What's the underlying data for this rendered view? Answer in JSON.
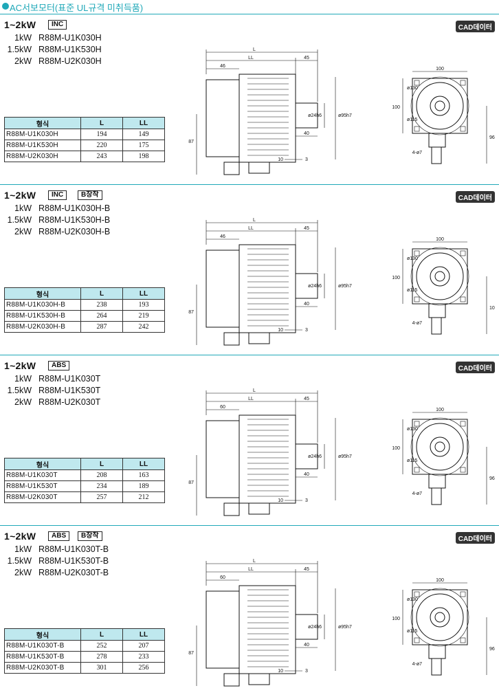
{
  "header": {
    "title": "AC서보모터(표준 UL규격 미취득품)"
  },
  "cad_label": "CAD데이터",
  "table_headers": [
    "형식",
    "L",
    "LL"
  ],
  "dims": {
    "l": "L",
    "ll": "LL",
    "d46": "46",
    "d60": "60",
    "d45": "45",
    "d40": "40",
    "d10": "10",
    "d3": "3",
    "d87": "87",
    "shaft": "ø24h6",
    "pilot": "ø95h7",
    "d100": "100",
    "d96": "96",
    "d130": "ø130",
    "d115": "ø115",
    "holes": "4-ø7"
  },
  "sections": [
    {
      "heading": "1~2kW",
      "badges": [
        "INC"
      ],
      "models": [
        {
          "power": "1kW",
          "name": "R88M-U1K030H"
        },
        {
          "power": "1.5kW",
          "name": "R88M-U1K530H"
        },
        {
          "power": "2kW",
          "name": "R88M-U2K030H"
        }
      ],
      "rows": [
        {
          "model": "R88M-U1K030H",
          "L": "194",
          "LL": "149"
        },
        {
          "model": "R88M-U1K530H",
          "L": "220",
          "LL": "175"
        },
        {
          "model": "R88M-U2K030H",
          "L": "243",
          "LL": "198"
        }
      ]
    },
    {
      "heading": "1~2kW",
      "badges": [
        "INC",
        "B장착"
      ],
      "models": [
        {
          "power": "1kW",
          "name": "R88M-U1K030H-B"
        },
        {
          "power": "1.5kW",
          "name": "R88M-U1K530H-B"
        },
        {
          "power": "2kW",
          "name": "R88M-U2K030H-B"
        }
      ],
      "rows": [
        {
          "model": "R88M-U1K030H-B",
          "L": "238",
          "LL": "193"
        },
        {
          "model": "R88M-U1K530H-B",
          "L": "264",
          "LL": "219"
        },
        {
          "model": "R88M-U2K030H-B",
          "L": "287",
          "LL": "242"
        }
      ]
    },
    {
      "heading": "1~2kW",
      "badges": [
        "ABS"
      ],
      "models": [
        {
          "power": "1kW",
          "name": "R88M-U1K030T"
        },
        {
          "power": "1.5kW",
          "name": "R88M-U1K530T"
        },
        {
          "power": "2kW",
          "name": "R88M-U2K030T"
        }
      ],
      "rows": [
        {
          "model": "R88M-U1K030T",
          "L": "208",
          "LL": "163"
        },
        {
          "model": "R88M-U1K530T",
          "L": "234",
          "LL": "189"
        },
        {
          "model": "R88M-U2K030T",
          "L": "257",
          "LL": "212"
        }
      ]
    },
    {
      "heading": "1~2kW",
      "badges": [
        "ABS",
        "B장착"
      ],
      "models": [
        {
          "power": "1kW",
          "name": "R88M-U1K030T-B"
        },
        {
          "power": "1.5kW",
          "name": "R88M-U1K530T-B"
        },
        {
          "power": "2kW",
          "name": "R88M-U2K030T-B"
        }
      ],
      "rows": [
        {
          "model": "R88M-U1K030T-B",
          "L": "252",
          "LL": "207"
        },
        {
          "model": "R88M-U1K530T-B",
          "L": "278",
          "LL": "233"
        },
        {
          "model": "R88M-U2K030T-B",
          "L": "301",
          "LL": "256"
        }
      ]
    }
  ]
}
